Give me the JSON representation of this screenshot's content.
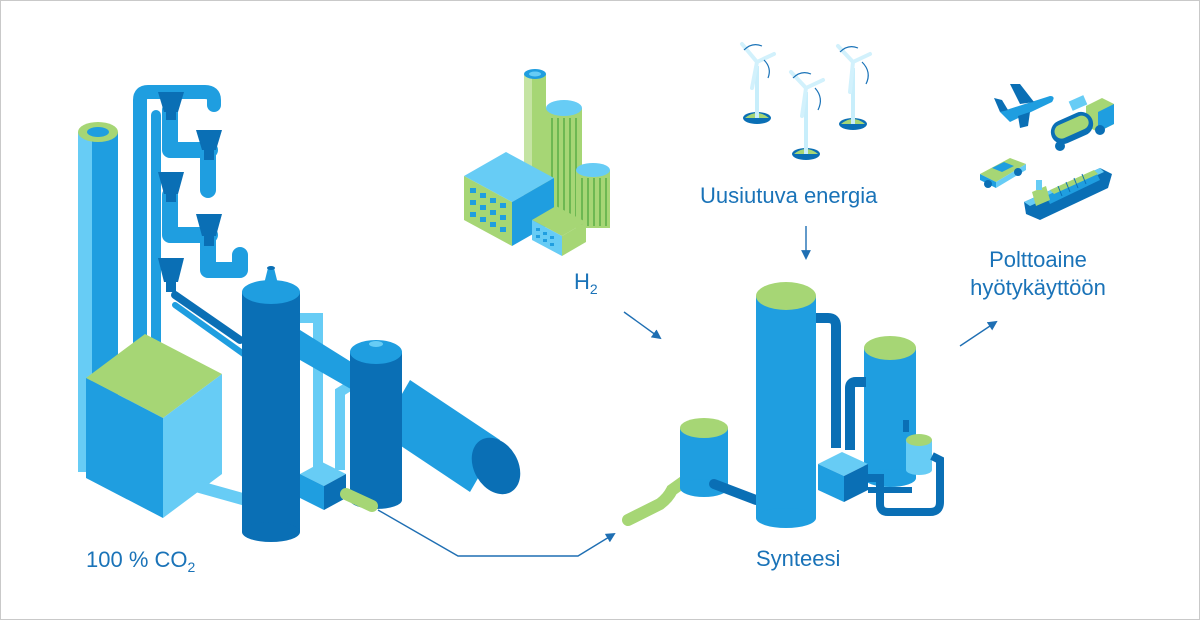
{
  "labels": {
    "co2_prefix": "100 % CO",
    "co2_sub": "2",
    "h2_prefix": "H",
    "h2_sub": "2",
    "renewable": "Uusiutuva energia",
    "synthesis": "Synteesi",
    "fuel_line1": "Polttoaine",
    "fuel_line2": "hyötykäyttöön"
  },
  "colors": {
    "blue_dark": "#0a6fb5",
    "blue_mid": "#1f9ee0",
    "blue_light": "#67ccf5",
    "green": "#a6d675",
    "text": "#1a73b8",
    "arrow": "#1f6fb3"
  },
  "icons": [
    "wind-turbine-icon",
    "airplane-icon",
    "truck-icon",
    "car-icon",
    "ship-icon"
  ]
}
